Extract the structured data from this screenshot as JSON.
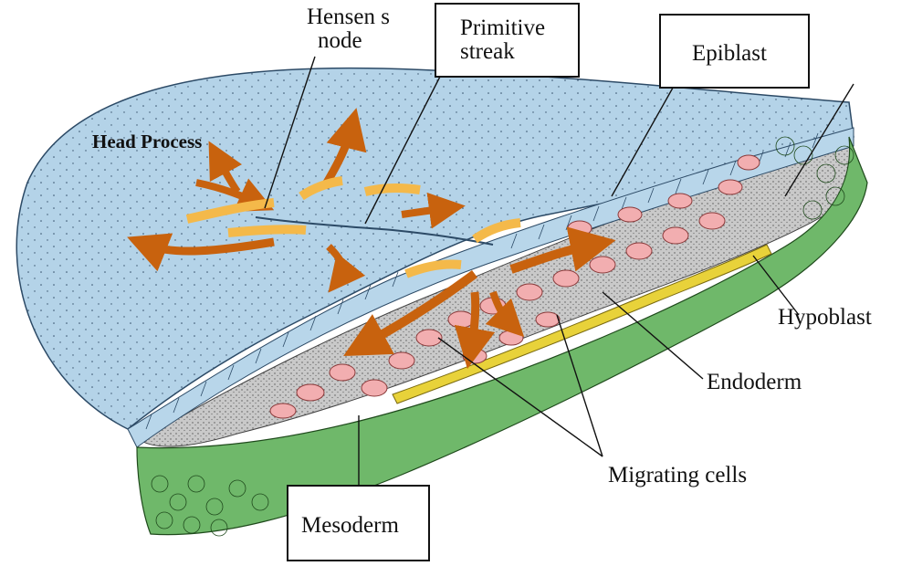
{
  "labels": {
    "hensens_node_line1": "Hensen s",
    "hensens_node_line2": "node",
    "primitive_streak_line1": "Primitive",
    "primitive_streak_line2": "streak",
    "epiblast": "Epiblast",
    "head_process": "Head Process",
    "hypoblast": "Hypoblast",
    "endoderm": "Endoderm",
    "migrating_cells": "Migrating cells",
    "mesoderm": "Mesoderm"
  },
  "colors": {
    "epiblast_surface": "#a9cde3",
    "epiblast_cells": "#b8d6ea",
    "hypoblast": "#6fb86a",
    "endoderm": "#e8d23a",
    "mesoderm_cells": "#f2aeb0",
    "migration_arrow_dark": "#c8620e",
    "migration_arrow_light": "#f4b94a",
    "interior_stipple": "#8a8a8a"
  }
}
